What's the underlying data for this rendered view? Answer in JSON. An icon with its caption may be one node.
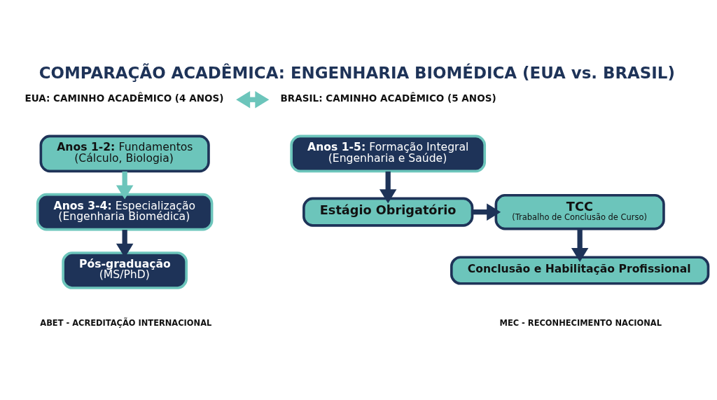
{
  "diagram": {
    "title": "COMPARAÇÃO ACADÊMICA: ENGENHARIA BIOMÉDICA (EUA vs. BRASIL)",
    "nodes": [
      {
        "text": [
          "EUA: CAMINHO ACADÊMICO (4 ANOS)"
        ]
      },
      {
        "text": [
          "**Anos 1-2:** Fundamentos",
          "(Cálculo, Biologia)"
        ]
      },
      {
        "text": [
          "**Anos 3-4:** Especialização",
          "(Engenharia Biomédica)"
        ]
      },
      {
        "text": [
          "Pós-graduação",
          "(MS/PhD)"
        ]
      },
      {
        "text": [
          "BRASIL: CAMINHO ACADÊMICO (5 ANOS)"
        ]
      },
      {
        "text": [
          "**Anos 1-5:** Formação Integral",
          "(Engenharia e Saúde)"
        ]
      },
      {
        "text": [
          "Estágio Obrigatório"
        ]
      },
      {
        "text": [
          "TCC",
          "(Trabalho de Conclusão de Curso)"
        ]
      },
      {
        "text": [
          "Conclusão e Habilitação Profissional"
        ]
      }
    ],
    "edges": [
      {
        "from": 0,
        "to": 4,
        "arrow": "both",
        "color": "#6cc5bb"
      },
      {
        "from": 1,
        "to": 2,
        "arrow": "to",
        "color": "#6cc5bb"
      },
      {
        "from": 2,
        "to": 3,
        "arrow": "to"
      },
      {
        "from": 5,
        "to": 6,
        "arrow": "to"
      },
      {
        "from": 6,
        "to": 7,
        "arrow": "to"
      },
      {
        "from": 7,
        "to": 8,
        "arrow": "to"
      }
    ],
    "labels": [
      "ABET - ACREDITAÇÃO INTERNACIONAL",
      "MEC - RECONHECIMENTO NACIONAL"
    ]
  }
}
